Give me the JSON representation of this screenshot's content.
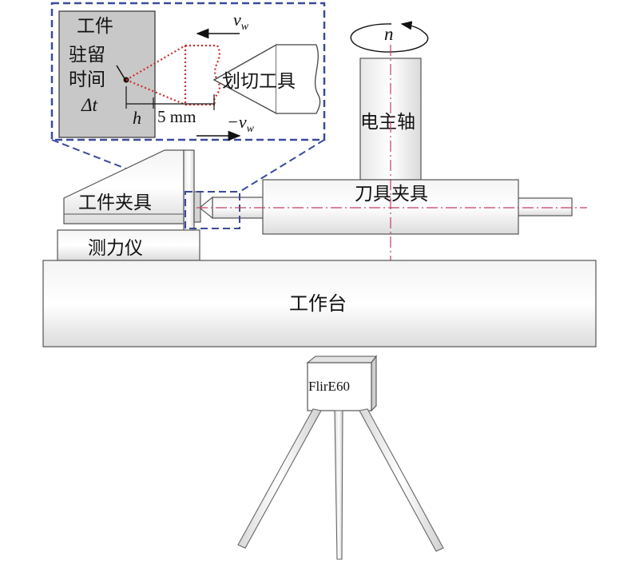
{
  "labels": {
    "workpiece": "工件",
    "dwell": "驻留",
    "time": "时间",
    "delta_t": "Δt",
    "h": "h",
    "distance": "5 mm",
    "v": "v",
    "w": "w",
    "neg_v": "−v",
    "scribing_tool": "划切工具",
    "spindle": "电主轴",
    "n": "n",
    "workpiece_fixture": "工件夹具",
    "tool_holder": "刀具夹具",
    "dynamometer": "测力仪",
    "worktable": "工作台",
    "camera": "FlirE60"
  },
  "colors": {
    "inset_border": "#3a4a9a",
    "dotted_path": "#d02a2a",
    "centerline": "#c04060",
    "outline": "#555555",
    "workpiece_fill": "#c8c8c8"
  }
}
